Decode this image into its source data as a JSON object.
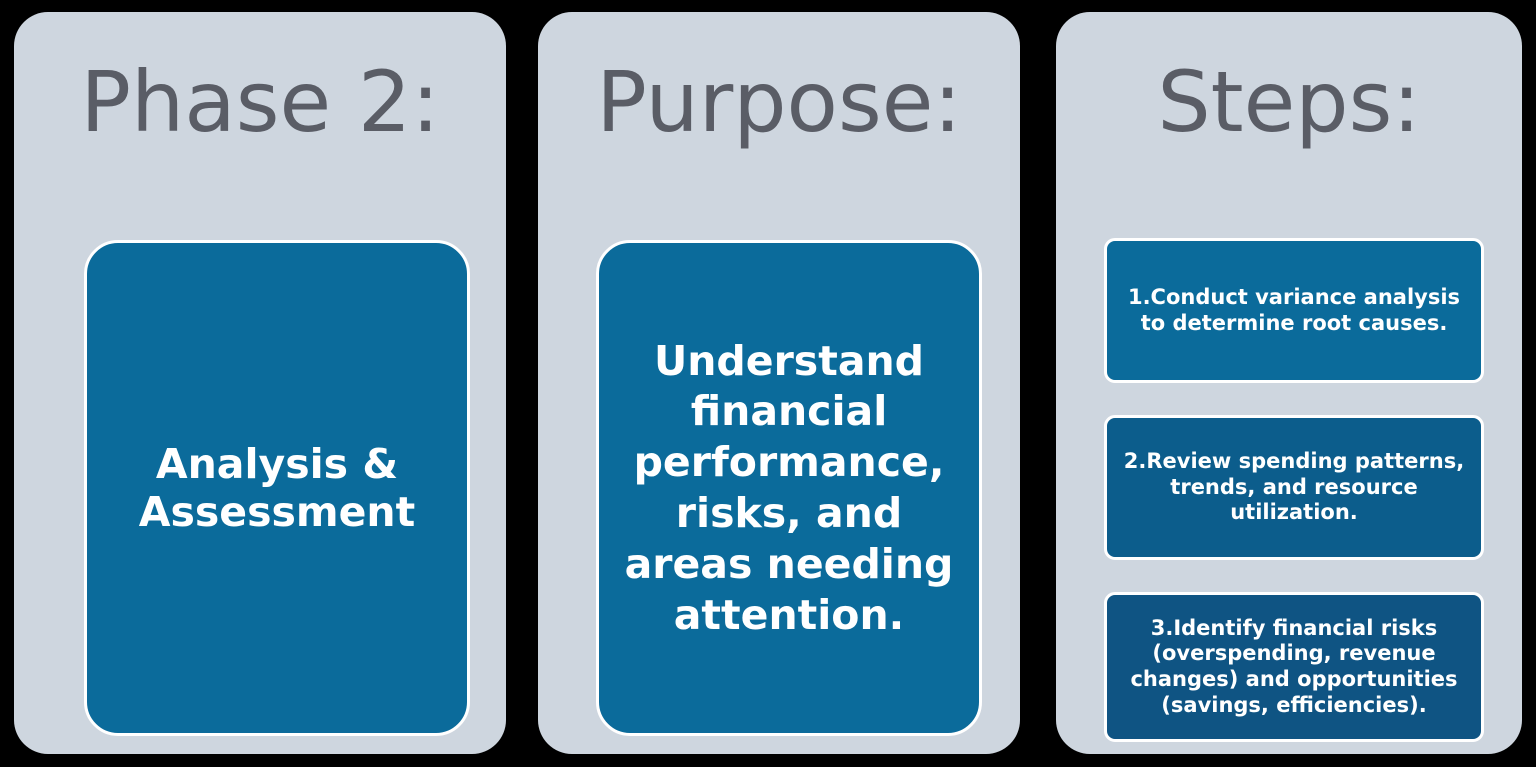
{
  "theme": {
    "page_background": "#000000",
    "panel_background": "#ced6df",
    "title_color": "#5a5d66",
    "card_blue_light": "#0b6b9b",
    "card_blue_mid": "#0c5d8c",
    "card_blue_dark": "#0f5483",
    "card_border": "#ffffff",
    "card_text": "#ffffff"
  },
  "columns": {
    "phase": {
      "title": "Phase 2:",
      "card_text": "Analysis & Assessment"
    },
    "purpose": {
      "title": "Purpose:",
      "card_text": "Understand financial performance, risks, and areas needing attention."
    },
    "steps": {
      "title": "Steps:",
      "items": [
        {
          "text": "1.Conduct variance analysis to determine root causes."
        },
        {
          "text": "2.Review spending patterns, trends, and resource utilization."
        },
        {
          "text": "3.Identify financial risks (overspending, revenue changes) and opportunities (savings, efficiencies)."
        }
      ]
    }
  }
}
